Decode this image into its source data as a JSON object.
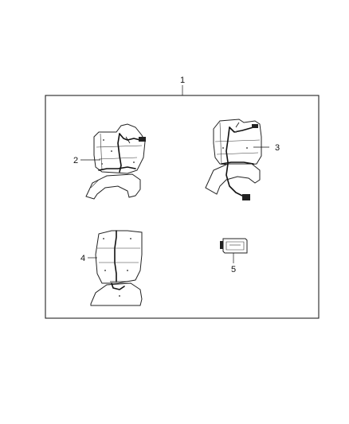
{
  "diagram": {
    "callouts": {
      "assembly": "1",
      "part2": "2",
      "part3": "3",
      "part4": "4",
      "part5": "5"
    }
  }
}
